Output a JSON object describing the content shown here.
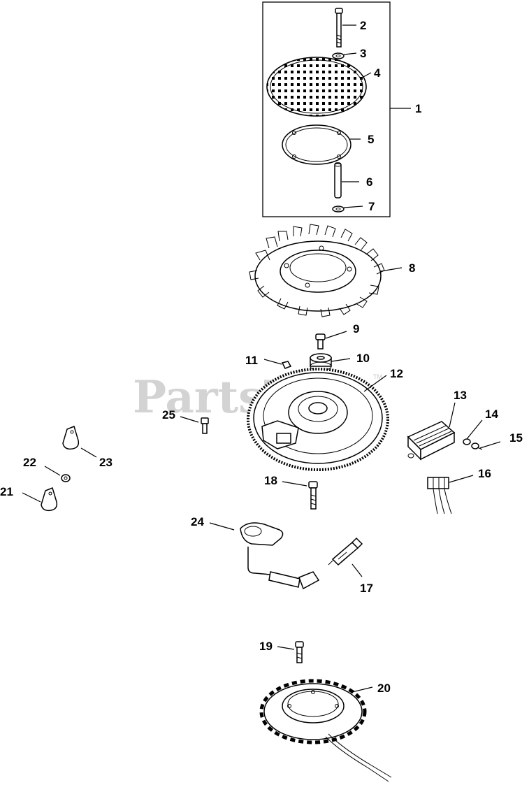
{
  "watermark": {
    "text": "PartsTree",
    "trademark": "TM"
  },
  "callouts": {
    "c1": "1",
    "c2": "2",
    "c3": "3",
    "c4": "4",
    "c5": "5",
    "c6": "6",
    "c7": "7",
    "c8": "8",
    "c9": "9",
    "c10": "10",
    "c11": "11",
    "c12": "12",
    "c13": "13",
    "c14": "14",
    "c15": "15",
    "c16": "16",
    "c17": "17",
    "c18": "18",
    "c19": "19",
    "c20": "20",
    "c21": "21",
    "c22": "22",
    "c23": "23",
    "c24": "24",
    "c25": "25"
  },
  "colors": {
    "ink": "#000000",
    "background": "#ffffff",
    "watermark": "#c9c9c9"
  }
}
